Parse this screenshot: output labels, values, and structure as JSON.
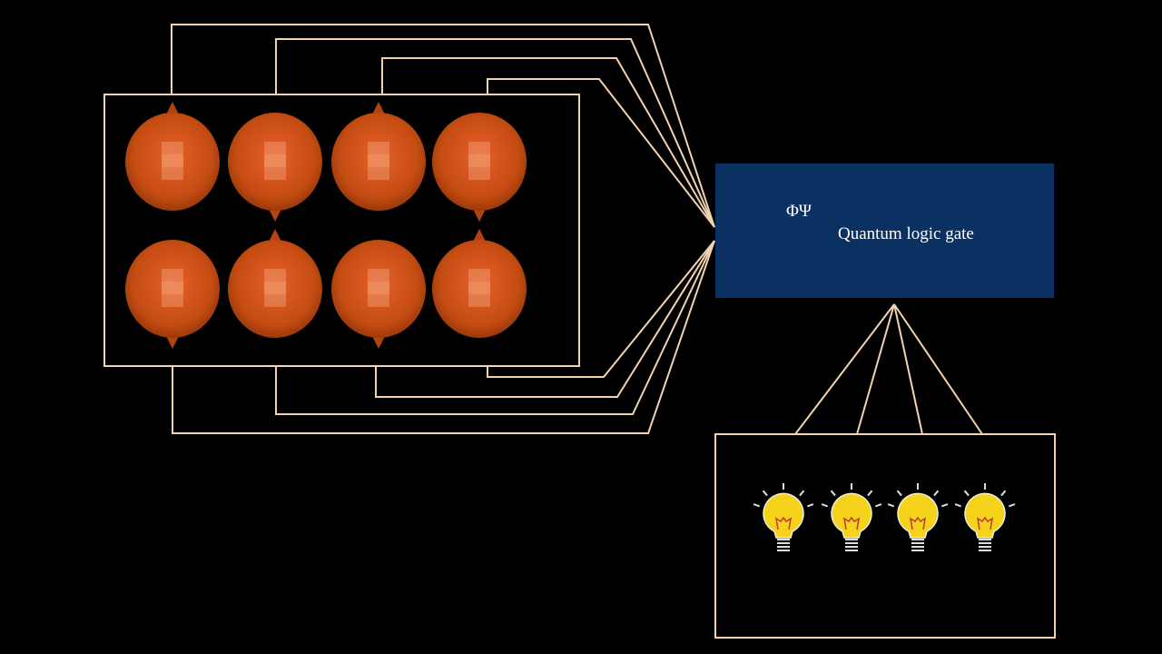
{
  "colors": {
    "wire": "#f2d3b0",
    "gate": "#0b3163",
    "qubit": "#c84a10",
    "bulb": "#f5d31a"
  },
  "gate": {
    "symbols": "ΦΨ",
    "label": "Quantum logic gate"
  },
  "qubits": {
    "top_row_spins": [
      "up",
      "down",
      "up",
      "down"
    ],
    "bottom_row_spins": [
      "down",
      "up",
      "down",
      "up"
    ]
  },
  "outputs": {
    "bulb_count": 4
  }
}
